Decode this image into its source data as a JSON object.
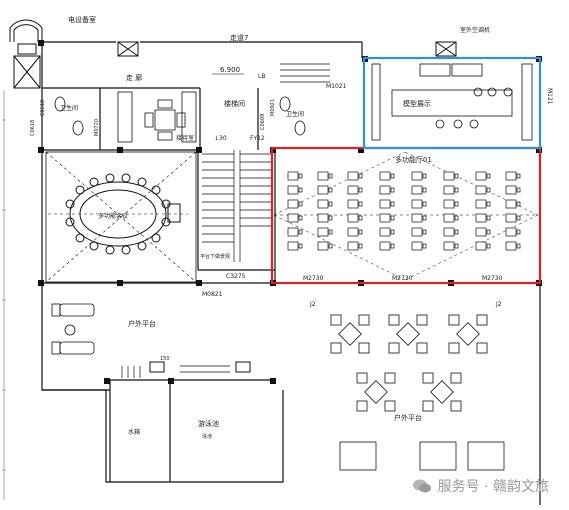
{
  "plan": {
    "rooms": {
      "elec_room": "电设备室",
      "corridor_top": "走道7",
      "corridor": "走 廊",
      "elevator": "楼梯间",
      "toilet_left": "卫生间",
      "toilet_right": "卫生间",
      "reception": "接待室",
      "meeting_round": "多功能会议",
      "multi_hall": "多功能厅01",
      "exhibit": "模型展示",
      "outdoor_units": "室外空调机",
      "terrace_left": "户外平台",
      "terrace_right": "户外平台",
      "room_small": "水箱",
      "pool": "游泳池",
      "pool_sub": "泳池"
    },
    "tags": {
      "elevation": "6.900",
      "stair_tag": "LB",
      "door_m1021": "M1021",
      "window_c0618_a": "C0618",
      "window_c0618_b": "C0618",
      "door_m0720": "M0720",
      "door_m0921": "M0921",
      "window_c0609": "C0609",
      "tag_1030": "↓30",
      "tag_1012": "FY12",
      "door_m0821": "M0821",
      "window_c3275": "C3275",
      "note_platform": "平台下做景观",
      "door_m2730_a": "M2730",
      "door_m2730_b": "M2730",
      "door_m2730_c": "M2730",
      "j2_a": "J2",
      "j2_b": "J2",
      "door_m121": "M121",
      "dim_150": "150"
    },
    "highlights": {
      "red": "#e02020",
      "blue": "#2f8fe0"
    }
  },
  "watermark": "服务号 · 赣韵文旅"
}
